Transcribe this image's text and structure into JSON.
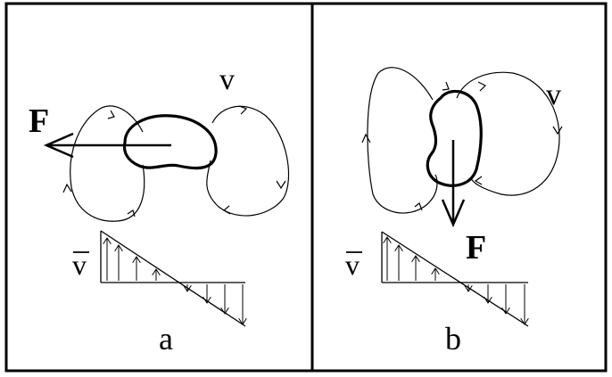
{
  "panels": [
    {
      "id": "a",
      "caption": "a",
      "force_label": "F",
      "velocity_label": "v",
      "mean_velocity_label": "v"
    },
    {
      "id": "b",
      "caption": "b",
      "force_label": "F",
      "velocity_label": "v",
      "mean_velocity_label": "v"
    }
  ],
  "colors": {
    "ink": "#000000",
    "background": "#ffffff"
  }
}
